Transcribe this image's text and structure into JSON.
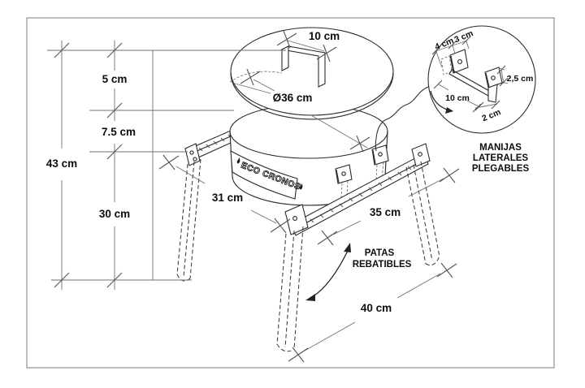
{
  "colors": {
    "background": "#ffffff",
    "line": "#2b2b2b",
    "dimension_line": "#6f6f6f",
    "text": "#0d0d0d",
    "border": "#909090"
  },
  "drawing": {
    "brand": "ECO CRONOS",
    "dims": {
      "handle_top": "10 cm",
      "lid_diameter": "Ø36 cm",
      "height_top": "5 cm",
      "height_mid": "7.5 cm",
      "height_total": "43 cm",
      "height_legs": "30 cm",
      "base_left": "31 cm",
      "base_right": "35 cm",
      "base_ground": "40 cm"
    },
    "notes": {
      "legs_line1": "PATAS",
      "legs_line2": "REBATIBLES",
      "handles_line1": "MANIJAS",
      "handles_line2": "LATERALES",
      "handles_line3": "PLEGABLES"
    },
    "detail_dims": {
      "plate_w1": "4 cm",
      "plate_w2": "3 cm",
      "plate_h": "2,5 cm",
      "bar_len": "10 cm",
      "plate_t": "2 cm"
    }
  }
}
